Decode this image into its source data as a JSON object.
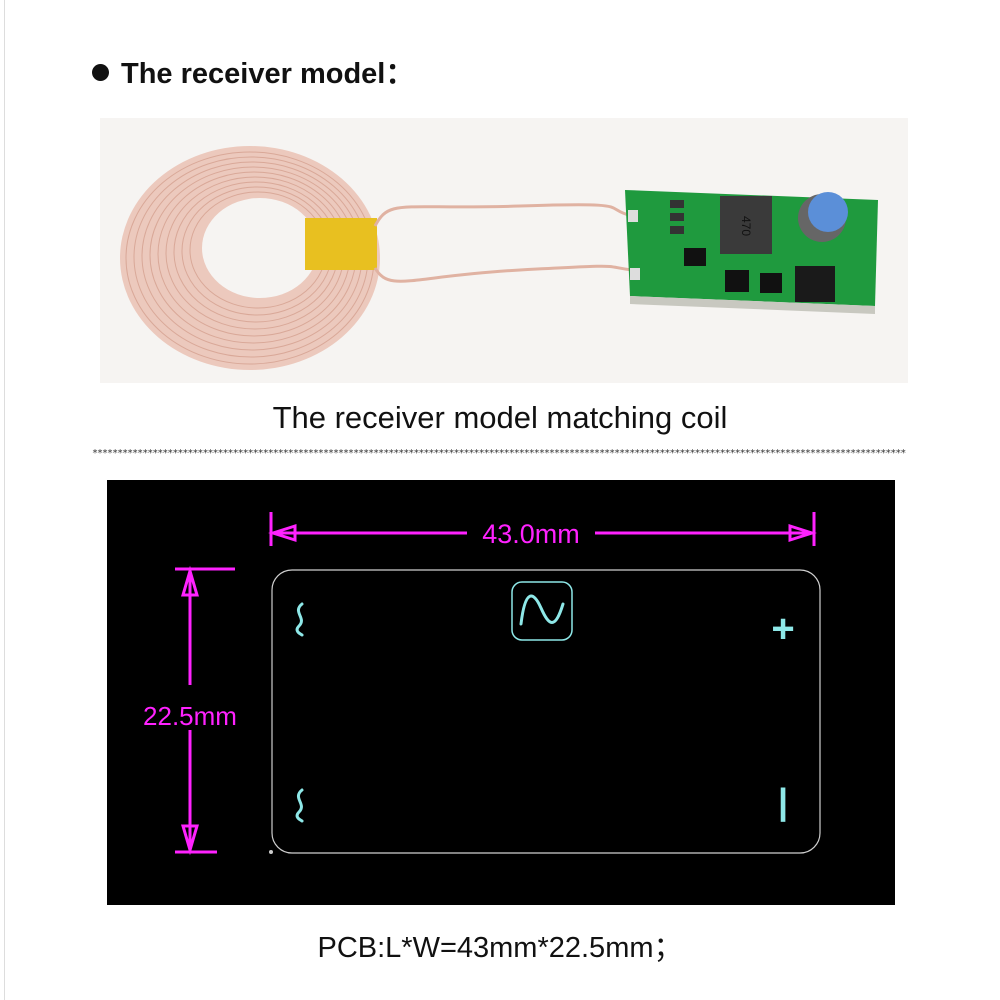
{
  "heading": "The receiver model：",
  "photo_caption": "The receiver model matching coil",
  "inductor_marking": "470",
  "separator": "**************************************************************************************************************************************************************************",
  "drawing": {
    "length_label": "43.0mm",
    "width_label": "22.5mm",
    "plus_label": "+",
    "minus_label": "|",
    "dimension_color": "#ff22ff",
    "silk_color": "#8ee8e8"
  },
  "pcb_caption": "PCB:L*W=43mm*22.5mm；"
}
